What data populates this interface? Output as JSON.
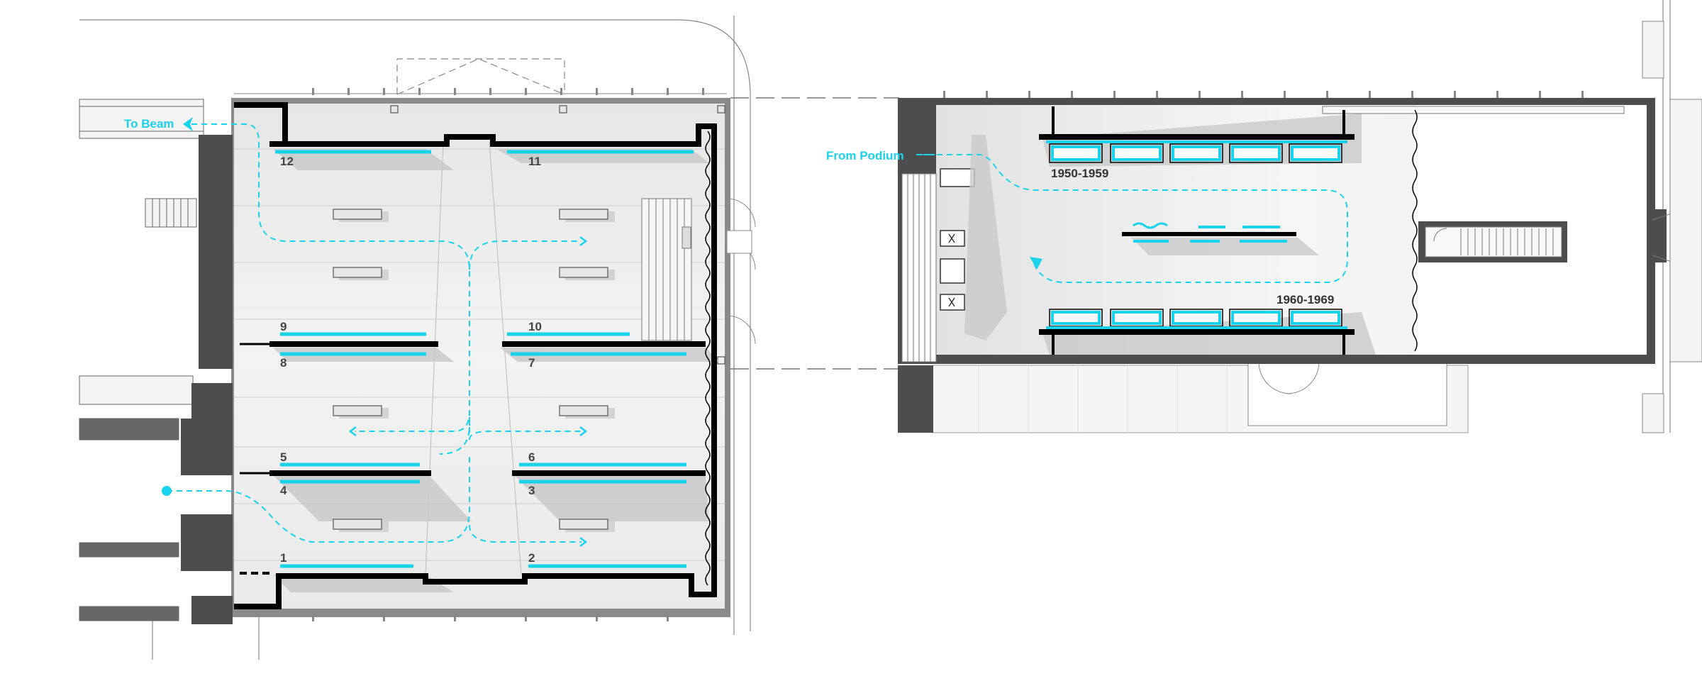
{
  "labels": {
    "to_beam": "To Beam",
    "from_podium": "From Podium",
    "period_1950": "1950-1959",
    "period_1960": "1960-1969"
  },
  "wall_numbers": [
    "1",
    "2",
    "3",
    "4",
    "5",
    "6",
    "7",
    "8",
    "9",
    "10",
    "11",
    "12"
  ],
  "colors": {
    "accent": "#19d3ec",
    "wall": "#000000",
    "structure": "#555555",
    "floor": "#eeeeee",
    "shadow": "#c8c8c8"
  }
}
